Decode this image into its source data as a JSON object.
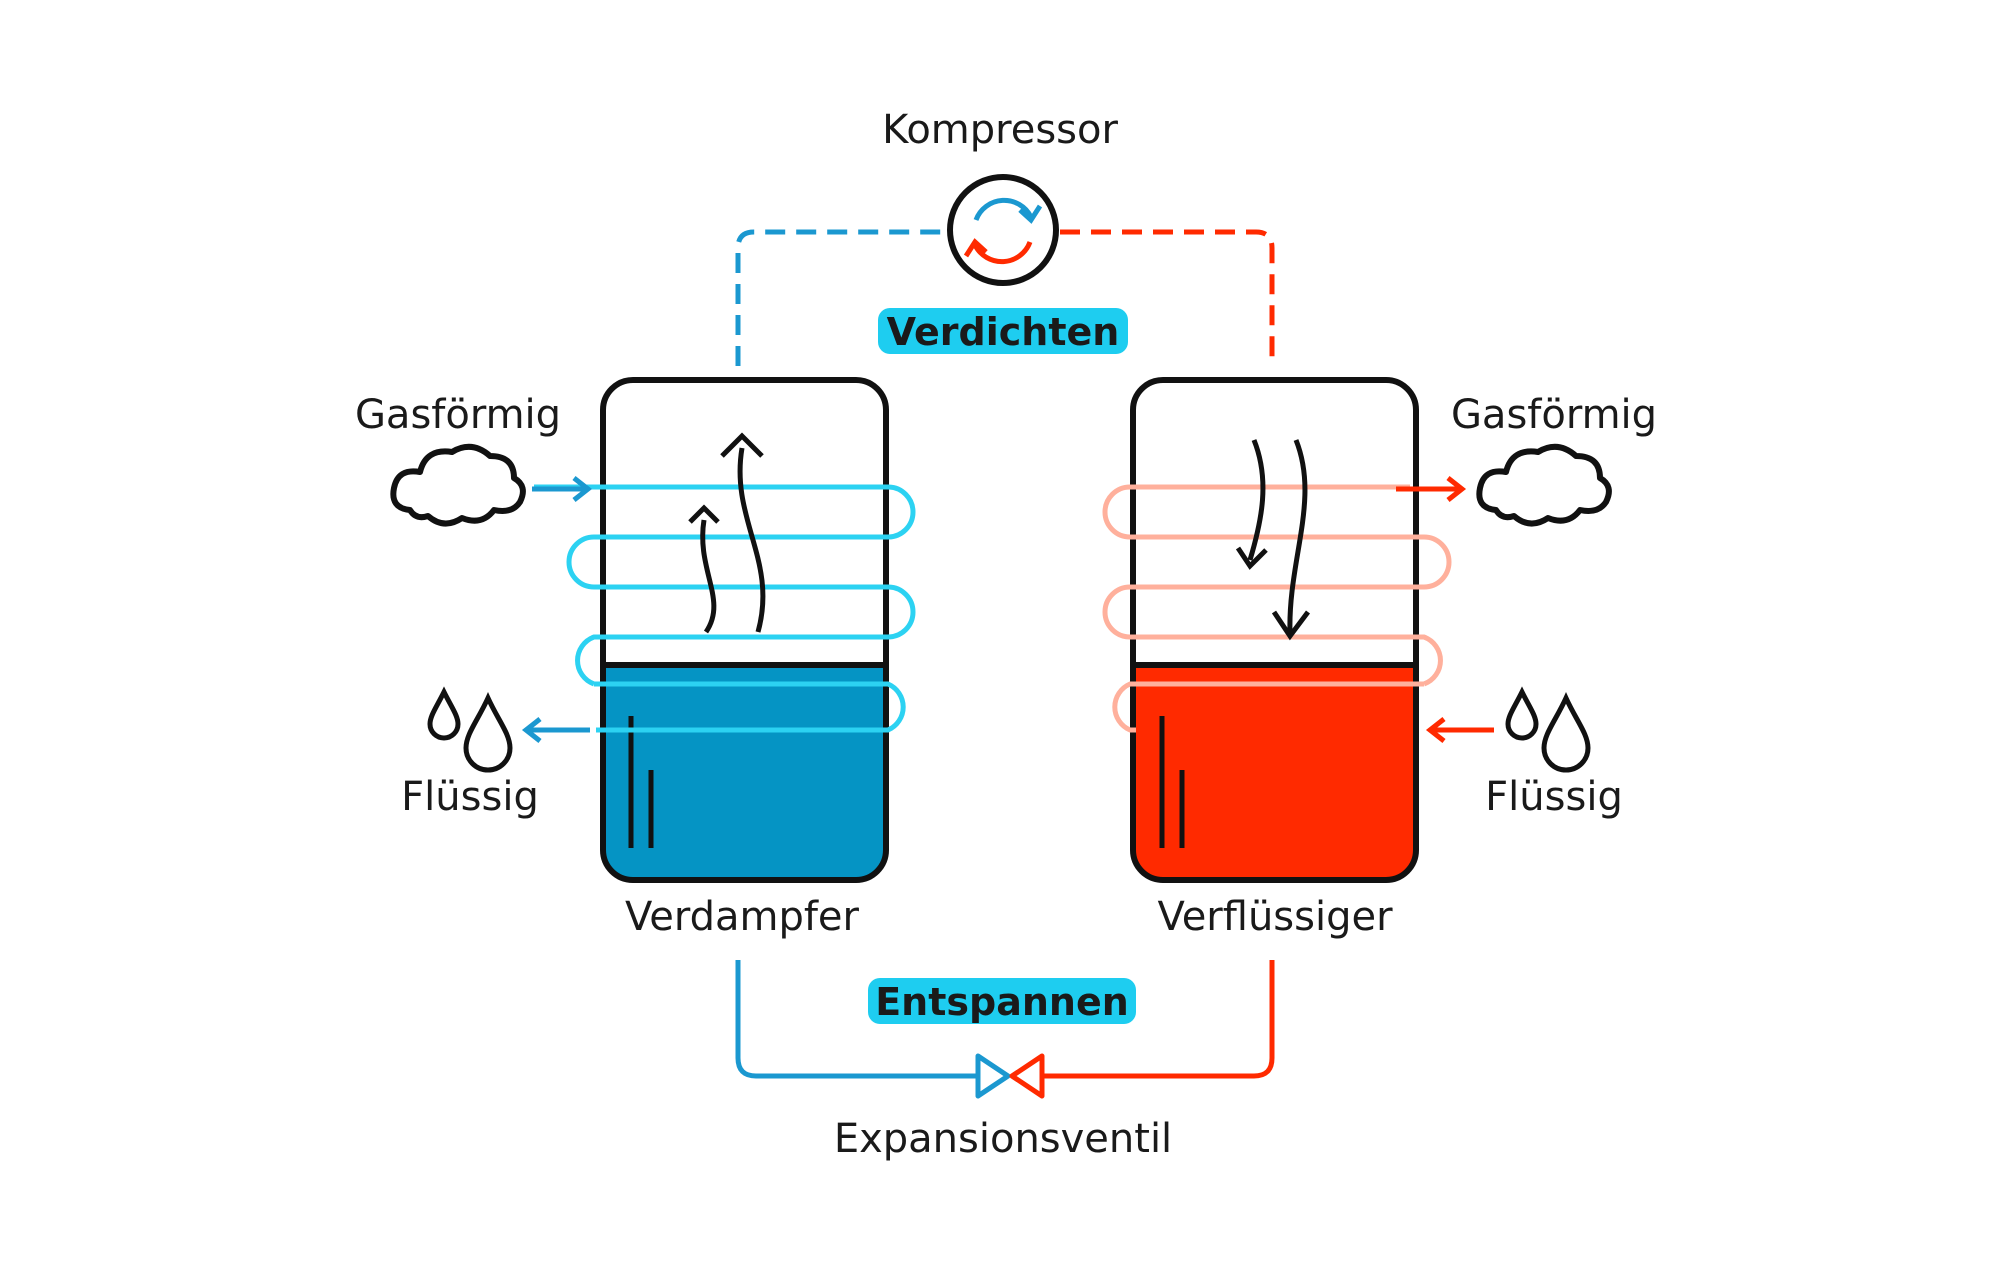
{
  "colors": {
    "blue_pipe": "#1b98d0",
    "blue_fill": "#0594c4",
    "cyan_coil": "#2cd2f2",
    "pill": "#1ecdf0",
    "red": "#ff2a00",
    "red_coil": "#ffb09c",
    "outline": "#111111"
  },
  "labels": {
    "compressor": "Kompressor",
    "compress_step": "Verdichten",
    "evaporator": "Verdampfer",
    "condenser": "Verflüssiger",
    "expand_step": "Entspannen",
    "expansion_valve": "Expansionsventil",
    "left_gas": "Gasförmig",
    "left_liquid": "Flüssig",
    "right_gas": "Gasförmig",
    "right_liquid": "Flüssig"
  },
  "icons": [
    "compressor-icon",
    "cloud-icon",
    "droplets-icon",
    "valve-icon",
    "arrow-icon"
  ]
}
